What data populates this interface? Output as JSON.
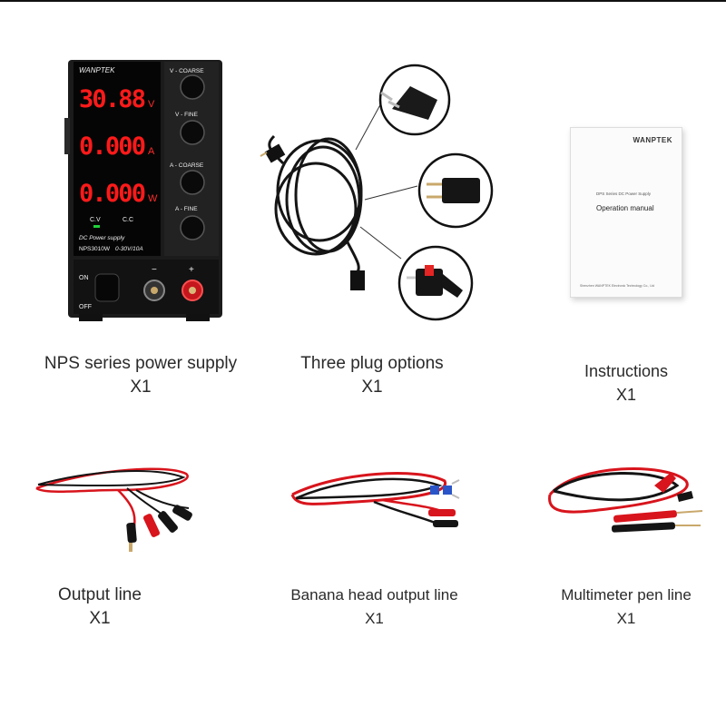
{
  "power_supply": {
    "brand": "WANPTEK",
    "voltage_reading": "30.88",
    "voltage_unit": "V",
    "current_reading": "0.000",
    "current_unit": "A",
    "power_reading": "0.000",
    "power_unit": "W",
    "cv_label": "C.V",
    "cc_label": "C.C",
    "knob_labels": [
      "V - COARSE",
      "V - FINE",
      "A - COARSE",
      "A - FINE"
    ],
    "product_line": "DC Power supply",
    "model": "NPS3010W",
    "range": "0-30V/10A",
    "on_label": "ON",
    "off_label": "OFF",
    "minus_label": "−",
    "plus_label": "+"
  },
  "manual": {
    "brand": "WANPTEK",
    "series_text": "DPS Series DC Power Supply",
    "title": "Operation manual",
    "footer_text": "Shenzhen WANPTEK Electronic Technology Co., Ltd"
  },
  "items": [
    {
      "label": "NPS series power supply",
      "qty": "X1"
    },
    {
      "label": "Three plug options",
      "qty": "X1"
    },
    {
      "label": "Instructions",
      "qty": "X1"
    },
    {
      "label": "Output line",
      "qty": "X1"
    },
    {
      "label": "Banana head output line",
      "qty": "X1"
    },
    {
      "label": "Multimeter pen line",
      "qty": "X1"
    }
  ],
  "colors": {
    "display_red": "#ff1a1a",
    "lead_red": "#d8141c",
    "lead_black": "#141414",
    "cv_led": "#1fd13a"
  }
}
